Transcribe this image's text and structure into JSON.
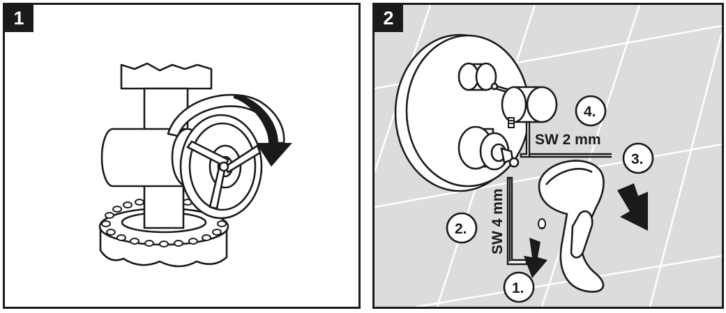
{
  "panels": [
    {
      "number": "1"
    },
    {
      "number": "2"
    }
  ],
  "steps": {
    "step1": "1.",
    "step2": "2.",
    "step3": "3.",
    "step4": "4."
  },
  "tools": {
    "hex_key_small": "SW 2 mm",
    "hex_key_large": "SW 4 mm"
  },
  "colors": {
    "ink": "#1a1a1a",
    "tile_background": "#dcdcdc",
    "tile_joint": "#ffffff"
  }
}
